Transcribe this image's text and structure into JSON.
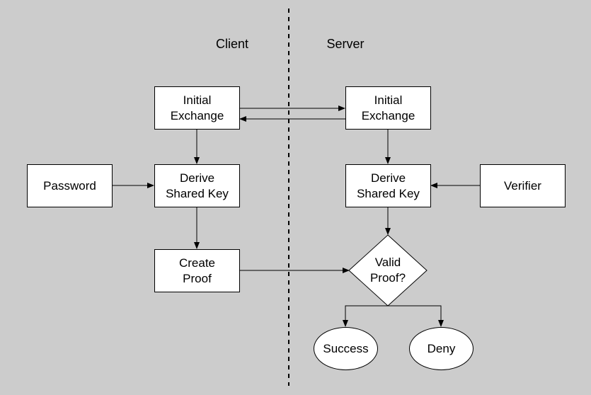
{
  "lanes": {
    "client": "Client",
    "server": "Server"
  },
  "nodes": {
    "client_initial_exchange": "Initial\nExchange",
    "server_initial_exchange": "Initial\nExchange",
    "password": "Password",
    "client_derive_key": "Derive\nShared Key",
    "server_derive_key": "Derive\nShared Key",
    "verifier": "Verifier",
    "create_proof": "Create\nProof",
    "valid_proof": "Valid\nProof?",
    "success": "Success",
    "deny": "Deny"
  },
  "colors": {
    "background": "#cccccc",
    "node_fill": "#ffffff",
    "stroke": "#000000"
  }
}
